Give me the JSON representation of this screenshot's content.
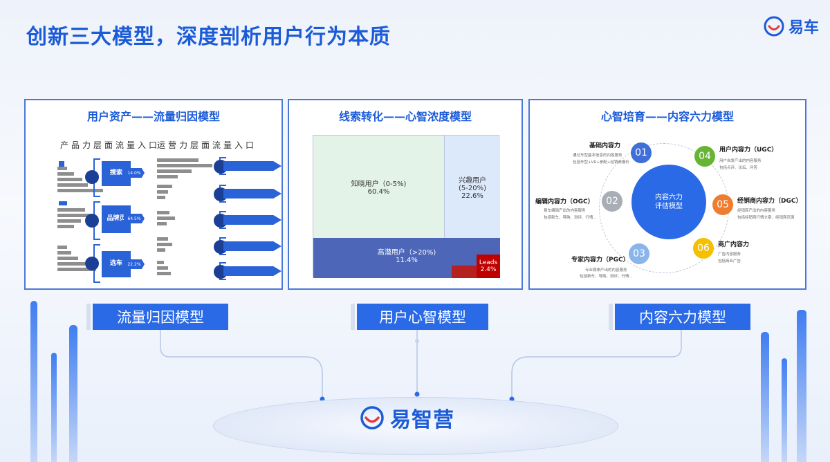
{
  "title": "创新三大模型，深度剖析用户行为本质",
  "brand_top": "易车",
  "brand_bottom": "易智营",
  "colors": {
    "primary": "#1b5bd8",
    "accent": "#2a6ae6",
    "leads_red": "#c00000"
  },
  "panels": {
    "p1": {
      "title": "用户资产——流量归因模型",
      "left_header": "产品力层面流量入口",
      "right_header": "运营力层面流量入口",
      "funnels_left": [
        {
          "label": "搜索",
          "pct": "14.0%"
        },
        {
          "label": "品牌页",
          "pct": "64.5%"
        },
        {
          "label": "选车",
          "pct": "22.2%"
        }
      ]
    },
    "p2": {
      "title": "线索转化——心智浓度模型",
      "cells": {
        "zhixiao": {
          "name": "知晓用户（0-5%)",
          "value": "60.4%"
        },
        "xingqu": {
          "name": "兴趣用户",
          "range": "(5-20%)",
          "value": "22.6%"
        },
        "gaoqian": {
          "name": "高潜用户（>20%)",
          "value": "11.4%"
        },
        "leads": {
          "name": "Leads",
          "value": "2.4%"
        }
      }
    },
    "p3": {
      "title": "心智培育——内容六力模型",
      "center_line1": "内容六力",
      "center_line2": "评估模型",
      "items": [
        {
          "num": "01",
          "title": "基础内容力",
          "desc1": "通过车型基本信息的内容服务",
          "desc2": "包括车型+VR+参配+经销商报价"
        },
        {
          "num": "02",
          "title": "编辑内容力（OGC）",
          "desc1": "易车编辑产出的内容服务",
          "desc2": "包括新车、导购、测评、行情..."
        },
        {
          "num": "03",
          "title": "专家内容力（PGC）",
          "desc1": "专业媒体产出的内容服务",
          "desc2": "包括新车、导购、测评、行情..."
        },
        {
          "num": "04",
          "title": "用户内容力（UGC）",
          "desc1": "用户自发产出的内容服务",
          "desc2": "包括点评、论坛、问答"
        },
        {
          "num": "05",
          "title": "经销商内容力（DGC）",
          "desc1": "经销商产出的内容服务",
          "desc2": "包括经销商行情文章、经销商页面"
        },
        {
          "num": "06",
          "title": "商广内容力",
          "desc1": "广告内容服务",
          "desc2": "包括商业广告"
        }
      ]
    }
  },
  "captions": [
    "流量归因模型",
    "用户心智模型",
    "内容六力模型"
  ]
}
